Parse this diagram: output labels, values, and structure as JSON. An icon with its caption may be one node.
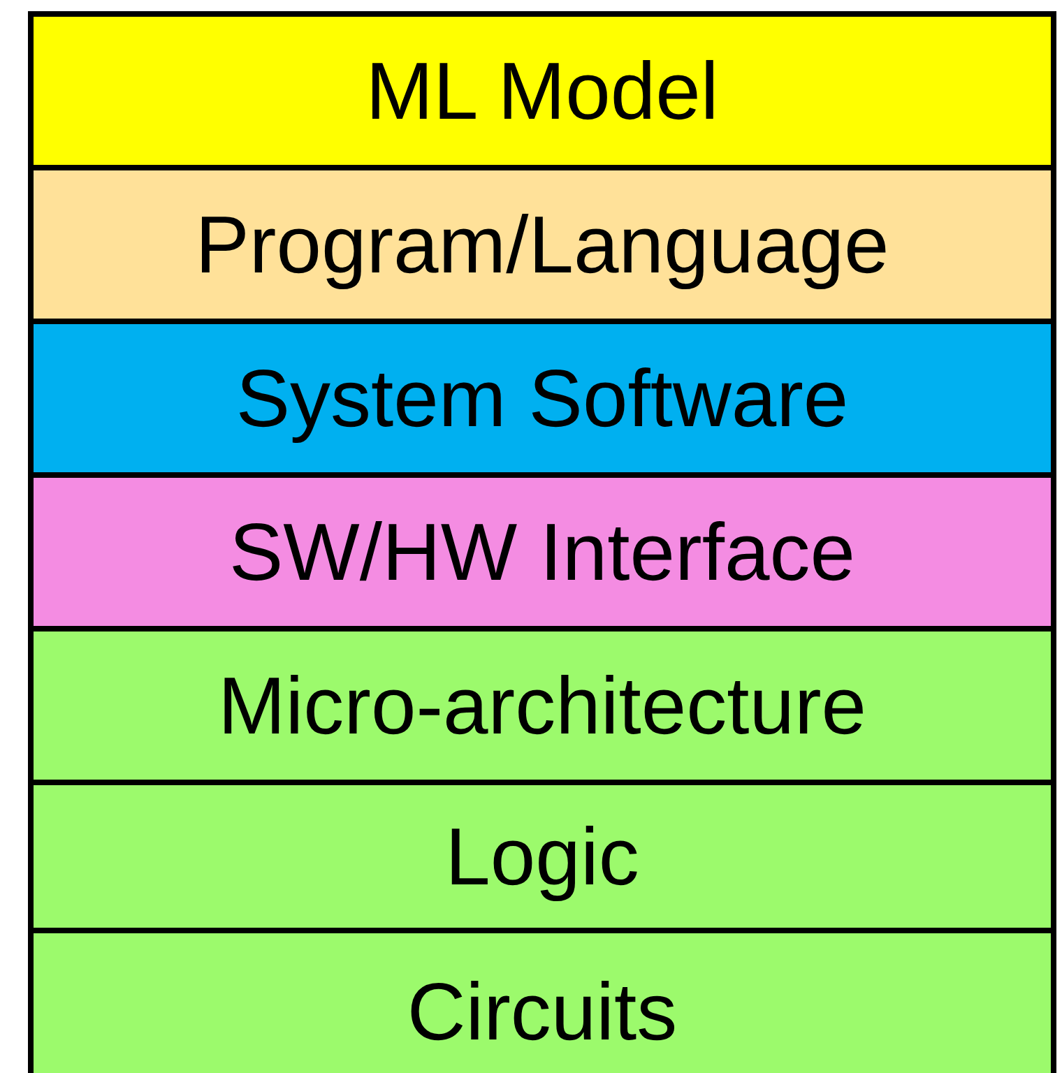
{
  "diagram": {
    "nodes": [
      {
        "text": [
          "ML Model"
        ]
      },
      {
        "text": [
          "Program/Language"
        ]
      },
      {
        "text": [
          "System Software"
        ]
      },
      {
        "text": [
          "SW/HW Interface"
        ]
      },
      {
        "text": [
          "Micro-architecture"
        ]
      },
      {
        "text": [
          "Logic"
        ]
      },
      {
        "text": [
          "Circuits"
        ]
      }
    ]
  }
}
